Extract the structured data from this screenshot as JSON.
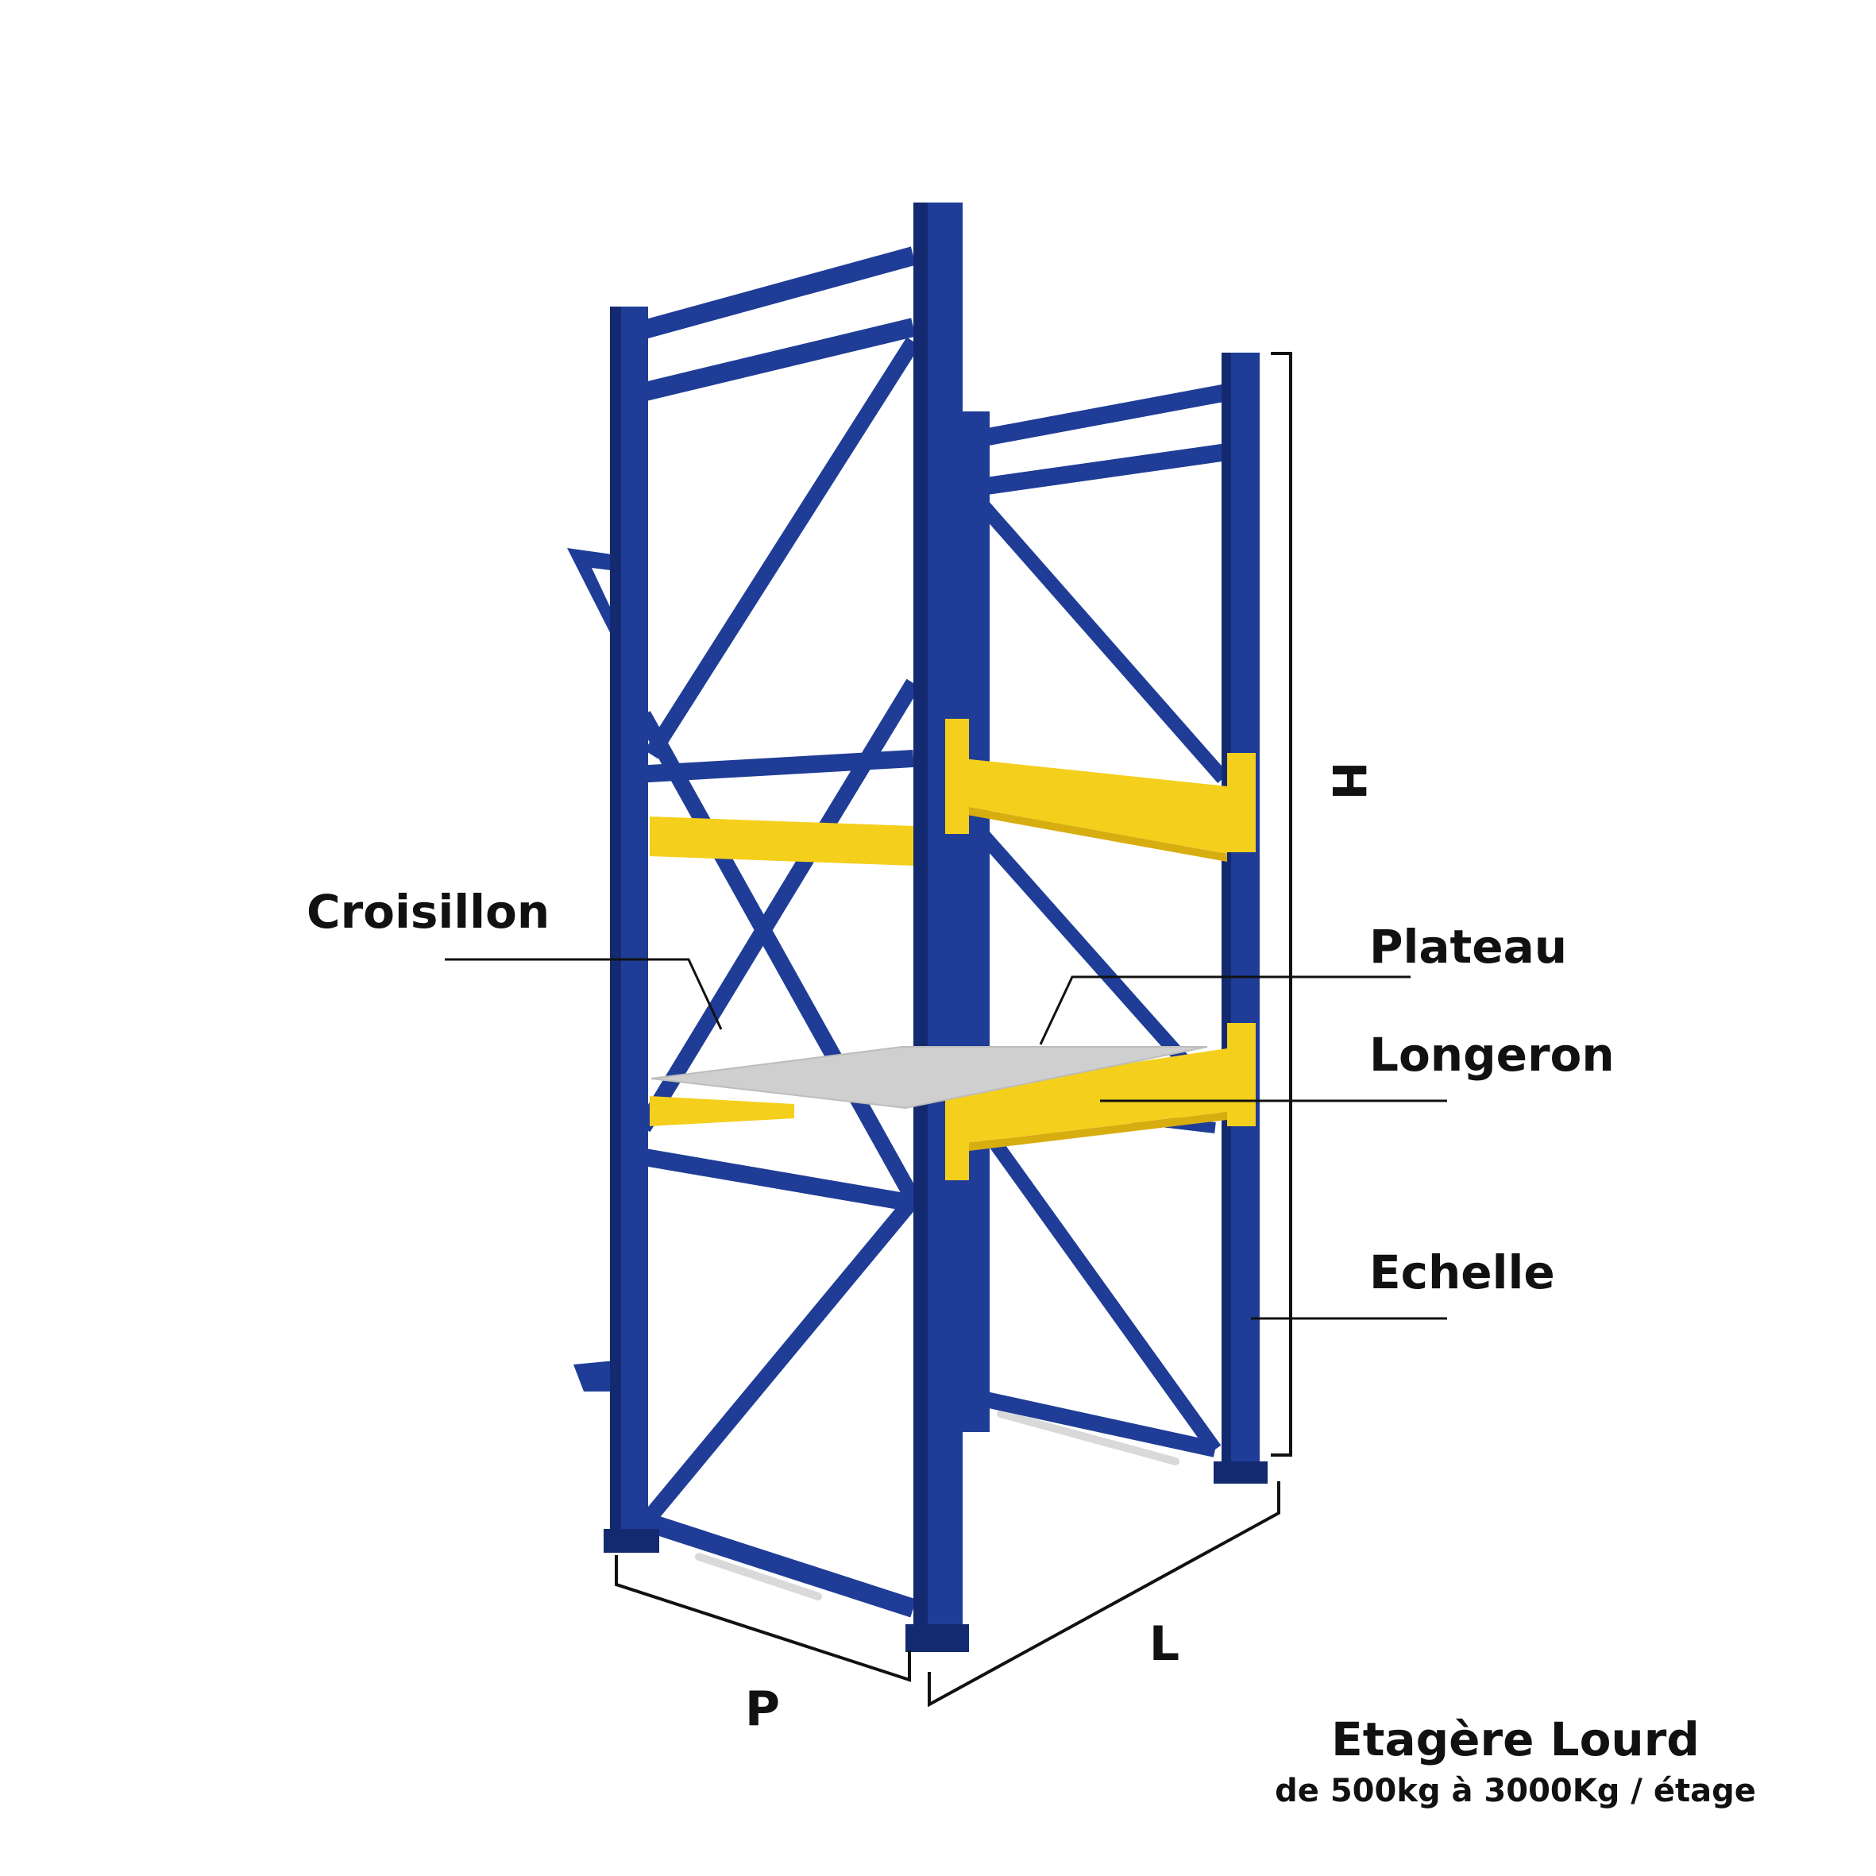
{
  "colors": {
    "frame": "#1f3d97",
    "frame_dark": "#142a70",
    "beam": "#f4cf1c",
    "beam_dark": "#d8ad10",
    "deck": "#cfcfcf",
    "line": "#111111"
  },
  "labels": {
    "croisillon": "Croisillon",
    "plateau": "Plateau",
    "longeron": "Longeron",
    "echelle": "Echelle",
    "height": "H",
    "depth": "P",
    "length": "L"
  },
  "caption": {
    "title": "Etagère Lourd",
    "subtitle": "de 500kg à 3000Kg / étage"
  }
}
